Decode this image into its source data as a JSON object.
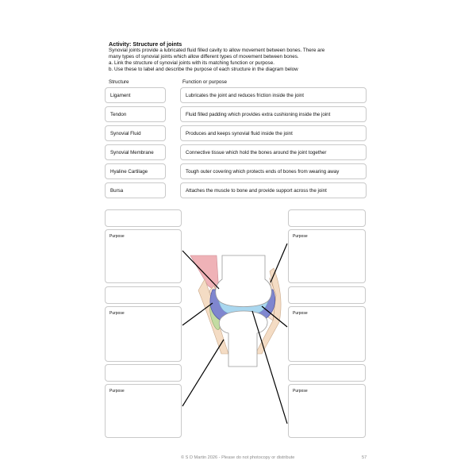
{
  "activity": {
    "title": "Activity: Structure of joints",
    "intro_lines": [
      "Synovial joints provide a lubricated fluid filled cavity to allow movement between bones. There are",
      "many types of synovial joints which allow different types of movement between bones.",
      "a. Link the structure of synovial joints with its matching function or purpose.",
      "b. Use these to label and describe the purpose of each structure in the diagram below"
    ]
  },
  "table": {
    "structure_header": "Structure",
    "function_header": "Function or purpose",
    "structures": [
      "Ligament",
      "Tendon",
      "Synovial Fluid",
      "Synovial Membrane",
      "Hyaline Cartilage",
      "Bursa"
    ],
    "functions": [
      "Lubricates the joint and reduces friction inside the joint",
      "Fluid filled padding which provides extra cushioning inside the joint",
      "Produces and keeps synovial fluid inside the joint",
      "Connective tissue which hold the bones around the joint together",
      "Tough outer covering which protects ends of bones from wearing away",
      "Attaches the muscle to bone and provide support across the joint"
    ]
  },
  "diagram": {
    "purpose_label": "Purpose",
    "label_boxes_left": [
      "",
      "",
      ""
    ],
    "label_boxes_right": [
      "",
      "",
      ""
    ],
    "colors": {
      "bone": "#ffffff",
      "bone_outline": "#9a9a9a",
      "cartilage": "#a9d7ef",
      "synovial_fluid": "#7f86cf",
      "muscle": "#efb2b7",
      "tendon": "#f4dcc4",
      "bursa": "#c3dca2",
      "leader_line": "#000000"
    }
  },
  "footer": {
    "copyright": "© S D Martin 2026 - Please do not photocopy or distribute",
    "page_number": "57"
  }
}
